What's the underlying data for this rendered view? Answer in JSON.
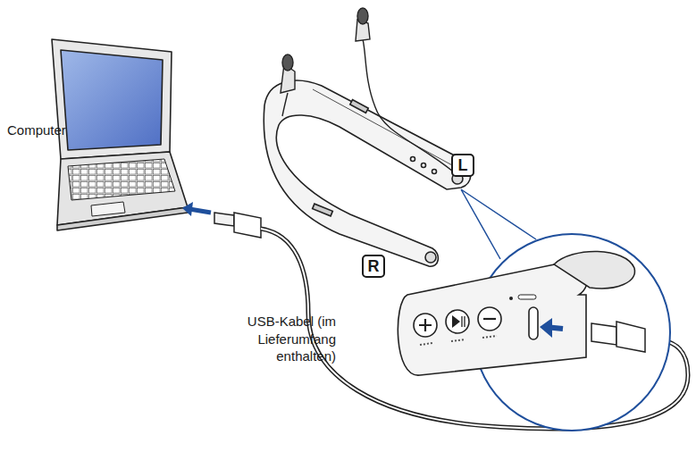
{
  "diagram": {
    "nodes": [
      {
        "text": [
          "L"
        ]
      },
      {
        "text": [
          "R"
        ]
      }
    ],
    "labels": [
      "Computer",
      "USB-Kabel (im Lieferumfang enthalten)"
    ]
  }
}
